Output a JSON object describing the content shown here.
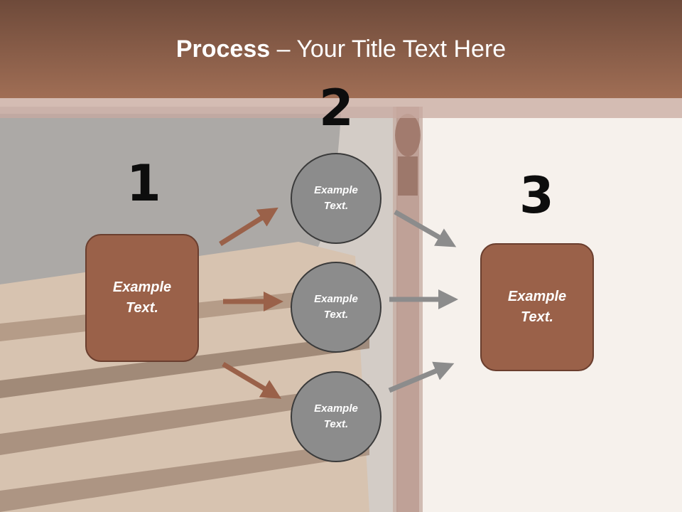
{
  "title": {
    "bold": "Process",
    "separator": " – ",
    "rest": "Your Title Text Here"
  },
  "steps": {
    "one": "1",
    "two": "2",
    "three": "3"
  },
  "left_box": {
    "label": "Example\nText."
  },
  "right_box": {
    "label": "Example\nText."
  },
  "circles": [
    {
      "label": "Example\nText."
    },
    {
      "label": "Example\nText."
    },
    {
      "label": "Example\nText."
    }
  ],
  "colors": {
    "box_fill": "#9a6149",
    "circle_fill": "#8c8c8c",
    "arrow_brown": "#9a6149",
    "arrow_gray": "#8c8c8c",
    "header": "#8a5a45"
  },
  "icons": {
    "arrows": "arrow-right-icon"
  }
}
